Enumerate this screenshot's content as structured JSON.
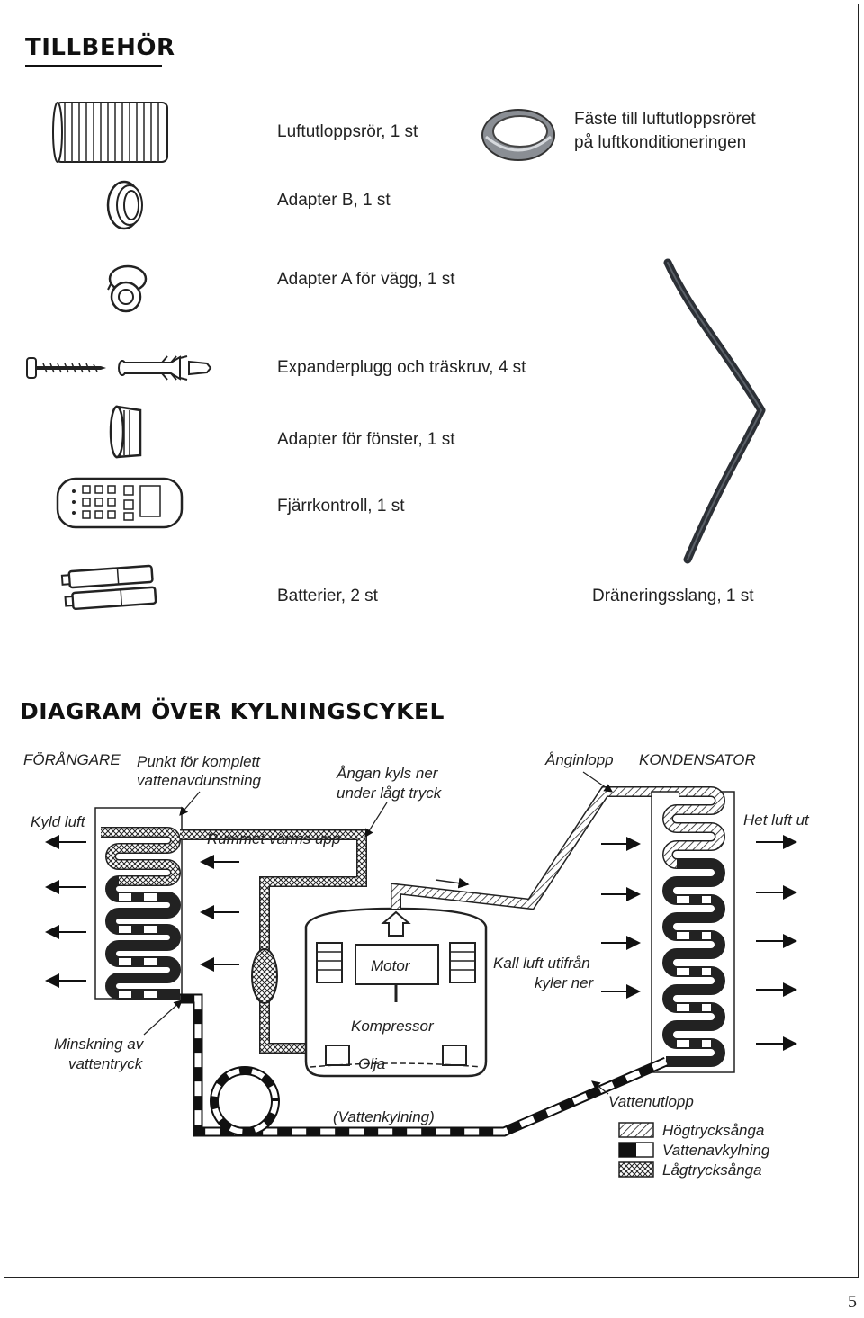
{
  "accessories": {
    "title": "TILLBEHÖR",
    "items": [
      "Luftutloppsrör, 1 st",
      "Adapter B, 1 st",
      "Adapter A för vägg, 1 st",
      "Expanderplugg och träskruv, 4 st",
      "Adapter för fönster, 1 st",
      "Fjärrkontroll, 1 st",
      "Batterier, 2 st"
    ],
    "mount_line1": "Fäste till luftutloppsröret",
    "mount_line2": "på luftkonditioneringen",
    "drain_hose": "Dräneringsslang, 1 st"
  },
  "diagram": {
    "title": "DIAGRAM ÖVER KYLNINGSCYKEL",
    "labels": {
      "evaporator": "FÖRÅNGARE",
      "evap_point_1": "Punkt för komplett",
      "evap_point_2": "vattenavdunstning",
      "vapor_cooled_1": "Ångan kyls ner",
      "vapor_cooled_2": "under lågt tryck",
      "vapor_inlet": "Ånginlopp",
      "condenser": "KONDENSATOR",
      "cooled_air": "Kyld luft",
      "room_heated": "Rummet värms upp",
      "hot_air_out": "Het luft ut",
      "motor": "Motor",
      "cold_air_1": "Kall luft utifrån",
      "cold_air_2": "kyler ner",
      "compressor": "Kompressor",
      "pressure_drop_1": "Minskning av",
      "pressure_drop_2": "vattentryck",
      "oil": "Olja",
      "water_cooling": "(Vattenkylning)",
      "water_outlet": "Vattenutlopp"
    },
    "legend": [
      "Högtrycksånga",
      "Vattenavkylning",
      "Lågtrycksånga"
    ]
  },
  "page_number": "5"
}
